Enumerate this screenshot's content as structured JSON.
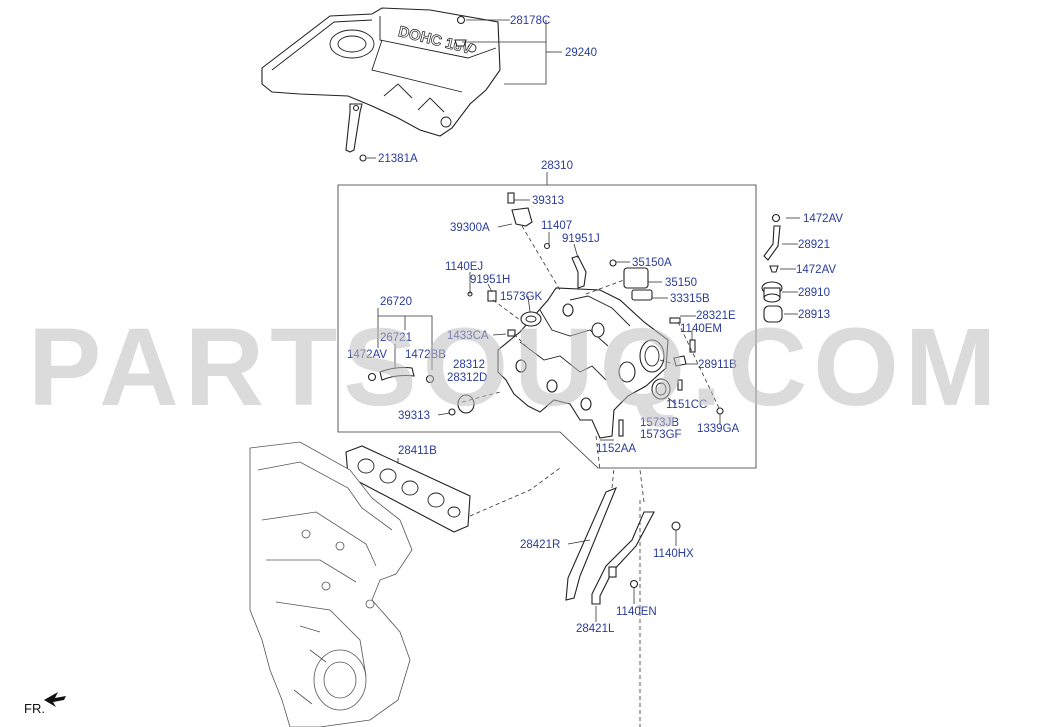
{
  "watermark": "PARTSOUQ.COM",
  "direction_label": "FR.",
  "cover_logo_text": "DOHC 16V",
  "part_labels": {
    "p28178C": "28178C",
    "p29240": "29240",
    "p21381A": "21381A",
    "p28310": "28310",
    "p39313_top": "39313",
    "p39300A": "39300A",
    "p11407": "11407",
    "p91951J": "91951J",
    "p1140EJ": "1140EJ",
    "p91951H": "91951H",
    "p1573GK": "1573GK",
    "p35150A": "35150A",
    "p35150": "35150",
    "p33315B": "33315B",
    "p26720": "26720",
    "p26721": "26721",
    "p1433CA": "1433CA",
    "p28321E": "28321E",
    "p1140EM": "1140EM",
    "p1472AV_left": "1472AV",
    "p1472BB": "1472BB",
    "p28312": "28312",
    "p28312D": "28312D",
    "p28911B": "28911B",
    "p39313_bottom": "39313",
    "p1151CC": "1151CC",
    "p1573JB": "1573JB",
    "p1573GF": "1573GF",
    "p1339GA": "1339GA",
    "p1152AA": "1152AA",
    "p28411B": "28411B",
    "p1472AV_top": "1472AV",
    "p28921": "28921",
    "p1472AV_mid": "1472AV",
    "p28910": "28910",
    "p28913": "28913",
    "p28421R": "28421R",
    "p1140HX": "1140HX",
    "p1140EN": "1140EN",
    "p28421L": "28421L"
  }
}
